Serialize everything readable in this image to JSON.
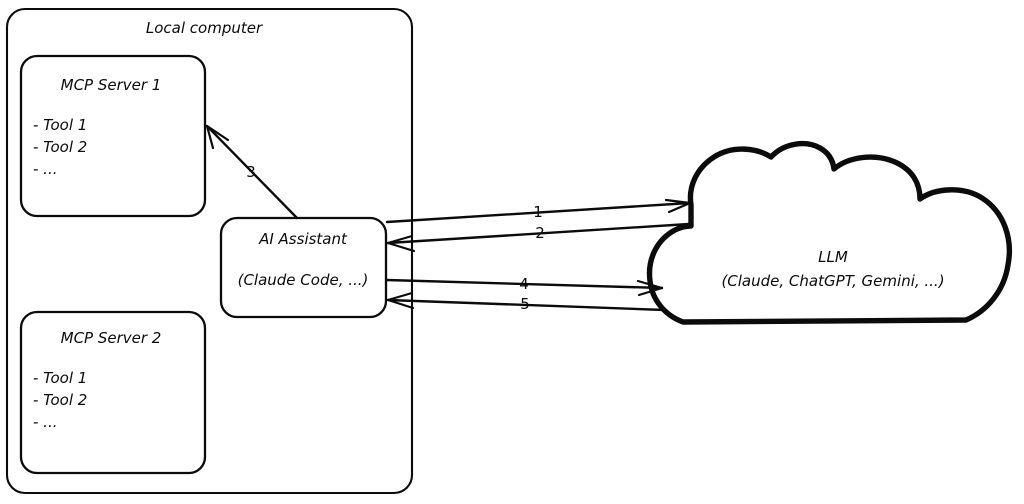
{
  "diagram": {
    "title": "Local computer",
    "boxes": [
      {
        "id": "mcp-server-1",
        "title": "MCP Server 1",
        "items": [
          "- Tool 1",
          "- Tool 2",
          "- ..."
        ]
      },
      {
        "id": "mcp-server-2",
        "title": "MCP Server 2",
        "items": [
          "- Tool 1",
          "- Tool 2",
          "- ..."
        ]
      }
    ],
    "assistant": {
      "line1": "AI Assistant",
      "line2": "(Claude Code, ...)"
    },
    "cloud": {
      "line1": "LLM",
      "line2": "(Claude, ChatGPT, Gemini, ...)"
    },
    "edges": [
      {
        "id": "edge-1",
        "label": "1",
        "from": "ai-assistant",
        "to": "llm-cloud",
        "direction": "to-cloud"
      },
      {
        "id": "edge-2",
        "label": "2",
        "from": "llm-cloud",
        "to": "ai-assistant",
        "direction": "to-assistant"
      },
      {
        "id": "edge-3",
        "label": "3",
        "from": "ai-assistant",
        "to": "mcp-server-1",
        "direction": "to-server"
      },
      {
        "id": "edge-4",
        "label": "4",
        "from": "ai-assistant",
        "to": "llm-cloud",
        "direction": "to-cloud"
      },
      {
        "id": "edge-5",
        "label": "5",
        "from": "llm-cloud",
        "to": "ai-assistant",
        "direction": "to-assistant"
      }
    ],
    "colors": {
      "stroke": "#0b0b0b",
      "background": "#ffffff"
    }
  }
}
